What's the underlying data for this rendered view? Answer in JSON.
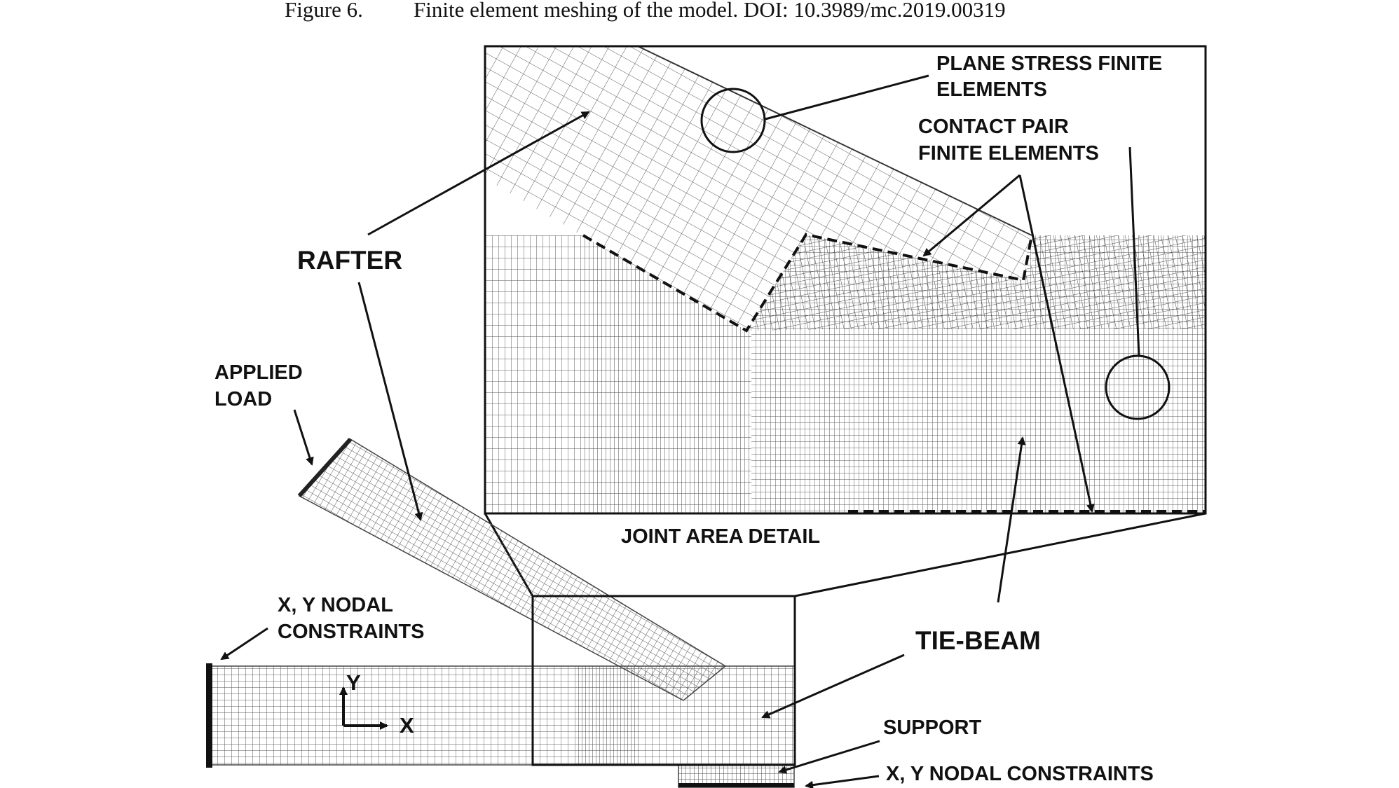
{
  "caption": {
    "figure_label": "Figure 6.",
    "text": "Finite element meshing of the model. DOI: 10.3989/mc.2019.00319"
  },
  "labels": {
    "plane_stress_1": "PLANE STRESS FINITE",
    "plane_stress_2": "ELEMENTS",
    "contact_pair_1": "CONTACT PAIR",
    "contact_pair_2": "FINITE ELEMENTS",
    "rafter": "RAFTER",
    "applied_load_1": "APPLIED",
    "applied_load_2": "LOAD",
    "joint_area_detail": "JOINT AREA DETAIL",
    "xy_constraints_left_1": "X, Y NODAL",
    "xy_constraints_left_2": "CONSTRAINTS",
    "tie_beam": "TIE-BEAM",
    "support": "SUPPORT",
    "xy_constraints_bottom": "X, Y NODAL CONSTRAINTS",
    "axis_x": "X",
    "axis_y": "Y"
  },
  "colors": {
    "ink": "#111111",
    "mesh": "#555555"
  }
}
